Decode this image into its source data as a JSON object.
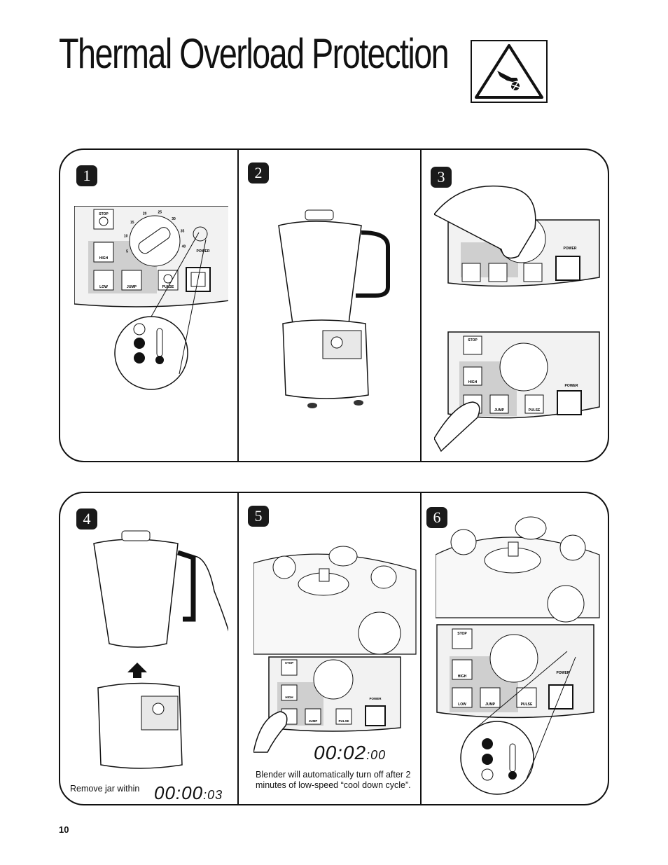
{
  "page": {
    "title": "Thermal Overload Protection",
    "page_number": "10"
  },
  "steps": [
    {
      "number": "1"
    },
    {
      "number": "2"
    },
    {
      "number": "3"
    },
    {
      "number": "4",
      "caption": "Remove jar within",
      "timer_main": "00:00",
      "timer_small": ":03"
    },
    {
      "number": "5",
      "caption": "Blender will automatically turn off after 2 minutes of low-speed “cool down cycle”.",
      "timer_main": "00:02",
      "timer_small": ":00"
    },
    {
      "number": "6"
    }
  ],
  "control_panel": {
    "stop": "STOP",
    "high": "HIGH",
    "low": "LOW",
    "jump": "JUMP",
    "pulse": "PULSE",
    "power": "POWER",
    "dial_numbers": [
      "5",
      "10",
      "15",
      "20",
      "25",
      "30",
      "35",
      "40"
    ]
  }
}
